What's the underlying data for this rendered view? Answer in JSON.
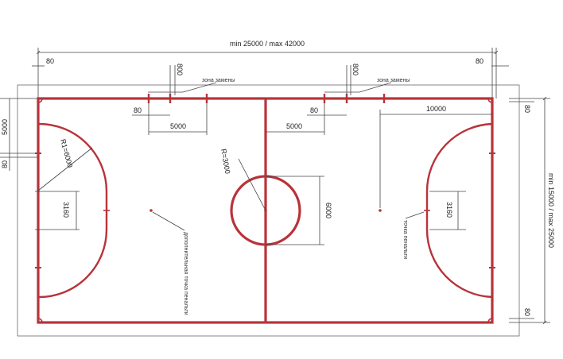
{
  "diagram": {
    "overall_length_label": "min 25000 / max 42000",
    "overall_width_label": "min 15000 / max 25000",
    "clearance_labels": {
      "top_left": "80",
      "top_right": "80",
      "left_upper": "80",
      "right_upper": "80",
      "right_lower": "80",
      "left_five": "5000"
    },
    "substitution_zone": {
      "left_label": "зона замены",
      "right_label": "зона замены",
      "left_width": "800",
      "right_width": "800",
      "left_offset": "80",
      "right_offset": "80",
      "left_distance": "5000",
      "right_distance": "5000"
    },
    "penalty_area": {
      "radius_label": "R1=6000",
      "width_label": "3160",
      "right_width_label": "3160",
      "right_distance": "10000"
    },
    "center": {
      "radius_label": "R=3000",
      "diameter_label": "6000"
    },
    "marks": {
      "extra_penalty_label": "дополнительная точка пенальти",
      "penalty_label": "точка пенальти"
    },
    "colors": {
      "court_line": "#b8333a",
      "dimension_line": "#444444"
    }
  }
}
